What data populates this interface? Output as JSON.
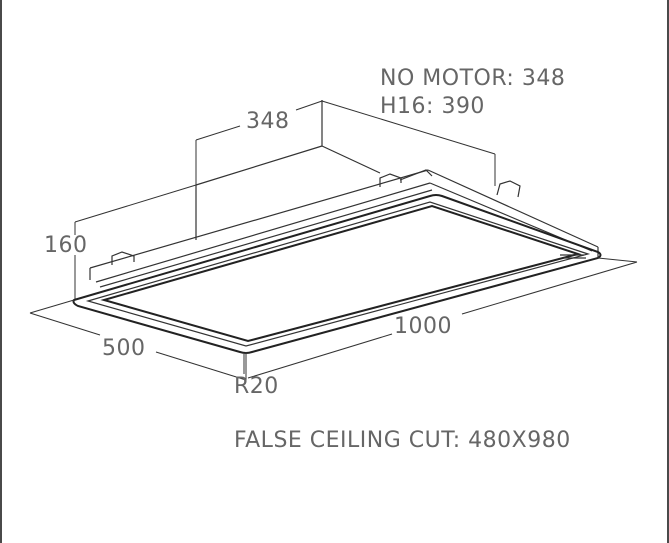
{
  "notes": {
    "motor_line": "NO MOTOR: 348",
    "h16_line": "H16: 390",
    "cutout": "FALSE CEILING CUT: 480X980"
  },
  "dimensions": {
    "top_depth": "348",
    "height": "160",
    "width": "500",
    "length": "1000",
    "radius": "R20"
  },
  "colors": {
    "line": "#333333",
    "text": "#666666",
    "frame": "#4a4a4a"
  }
}
